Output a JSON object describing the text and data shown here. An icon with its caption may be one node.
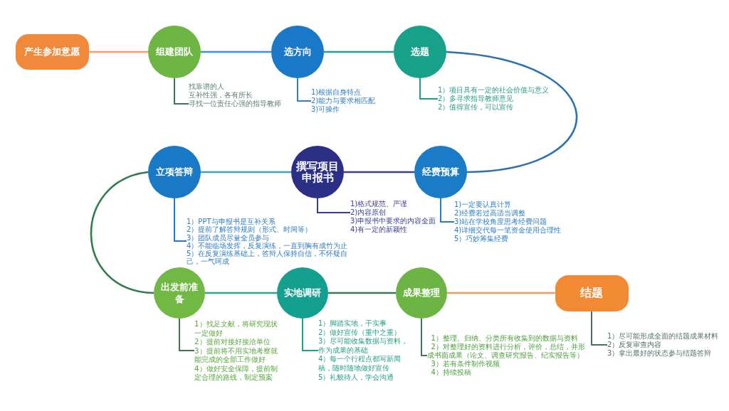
{
  "diagram": {
    "nodes": [
      {
        "text": [
          "产生参加意愿"
        ]
      },
      {
        "text": [
          "组建团队"
        ]
      },
      {
        "text": [
          "找靠谱的人",
          "互补性强，各有所长",
          "寻找一位责任心强的指导教师"
        ]
      },
      {
        "text": [
          "选方向"
        ]
      },
      {
        "text": [
          "1)根据自身特点",
          "2)能力与要求相匹配",
          "3)可操作"
        ]
      },
      {
        "text": [
          "选题"
        ]
      },
      {
        "text": [
          "1）项目具有一定的社会价值与意义",
          "2）多寻求指导教师意见",
          "2）值得宣传，可以宣传"
        ]
      },
      {
        "text": [
          "经费预算"
        ]
      },
      {
        "text": [
          "1)一定要认真计算",
          "2)经费若过高适当调整",
          "3)站在学校角度思考经费问题",
          "4)详细交代每一笔资金使用合理性",
          "5）巧妙筹集经费"
        ]
      },
      {
        "text": [
          "撰写项目申报书"
        ]
      },
      {
        "text": [
          "1)格式规范、严谨",
          "2)内容原创",
          "3)申报书中要求的内容全面",
          "4)有一定的新颖性"
        ]
      },
      {
        "text": [
          "立项答辩"
        ]
      },
      {
        "text": [
          "1）PPT与申报书是互补关系",
          "2）提前了解答辩规则（形式、时间等）",
          "3）团队成员尽量全员参与",
          "4）不能临场发挥，反复演练，一直到胸有成竹为止",
          "5）在反复演练基础上，答辩人保持自信，不怀疑自己，一气呵成"
        ]
      },
      {
        "text": [
          "出发前准备"
        ]
      },
      {
        "text": [
          "1）找足文献，将研究现状一定做好",
          "2）提前对接好接洽单位",
          "3）提前将不用实地考察就能完成的全部工作做好",
          "4）做好安全保障，提前制定合理的路线，制定预案"
        ]
      },
      {
        "text": [
          "实地调研"
        ]
      },
      {
        "text": [
          "1）脚踏实地，干实事",
          "2）做好宣传（重中之重）",
          "3）尽可能收集数据与资料，作为成果的基础",
          "4）每一个行程点都写新闻稿，随时随地做好宣传",
          "5）礼貌待人，学会沟通"
        ]
      },
      {
        "text": [
          "成果整理"
        ]
      },
      {
        "text": [
          "1）整理、归纳、分类所有收集到的数据与资料",
          "2）对整理好的资料进行分析，评价，总结，并形成书面成果（论文、调查研究报告、纪实报告等）",
          "3）若有条件制作视频",
          "4）持续投稿"
        ]
      },
      {
        "text": [
          "结题"
        ]
      },
      {
        "text": [
          "1）尽可能形成全面的结题成果材料",
          "2）反复审查内容",
          "3）拿出最好的状态参与结题答辩"
        ]
      }
    ],
    "edges": [
      {
        "from": 0,
        "to": 1,
        "arrow": "none",
        "color": "#f2a06a"
      },
      {
        "from": 1,
        "to": 2,
        "arrow": "none",
        "color": "#3f7556"
      },
      {
        "from": 1,
        "to": 3,
        "arrow": "none",
        "color": "#3a91d6"
      },
      {
        "from": 3,
        "to": 4,
        "arrow": "none",
        "color": "#2f80c8"
      },
      {
        "from": 3,
        "to": 5,
        "arrow": "none",
        "color": "#22a08c"
      },
      {
        "from": 5,
        "to": 6,
        "arrow": "none",
        "color": "#1f9d88"
      },
      {
        "from": 5,
        "to": 7,
        "arrow": "none",
        "color": "#2a70b5"
      },
      {
        "from": 7,
        "to": 8,
        "arrow": "none",
        "color": "#2a7cc4"
      },
      {
        "from": 7,
        "to": 9,
        "arrow": "none",
        "color": "#3b3f8e"
      },
      {
        "from": 9,
        "to": 10,
        "arrow": "none",
        "color": "#3a3d8a"
      },
      {
        "from": 9,
        "to": 11,
        "arrow": "none",
        "color": "#3aa3c8"
      },
      {
        "from": 11,
        "to": 12,
        "arrow": "none",
        "color": "#2a78bf"
      },
      {
        "from": 11,
        "to": 13,
        "arrow": "none",
        "color": "#2f7d4c"
      },
      {
        "from": 13,
        "to": 14,
        "arrow": "none",
        "color": "#3a7a4a"
      },
      {
        "from": 13,
        "to": 15,
        "arrow": "none",
        "color": "#2aa595"
      },
      {
        "from": 15,
        "to": 16,
        "arrow": "none",
        "color": "#1fa08c"
      },
      {
        "from": 15,
        "to": 17,
        "arrow": "none",
        "color": "#3a7a55"
      },
      {
        "from": 17,
        "to": 18,
        "arrow": "none",
        "color": "#3f7a58"
      },
      {
        "from": 17,
        "to": 19,
        "arrow": "none",
        "color": "#f29a62"
      },
      {
        "from": 19,
        "to": 20,
        "arrow": "none",
        "color": "#4e6e5e"
      }
    ]
  }
}
